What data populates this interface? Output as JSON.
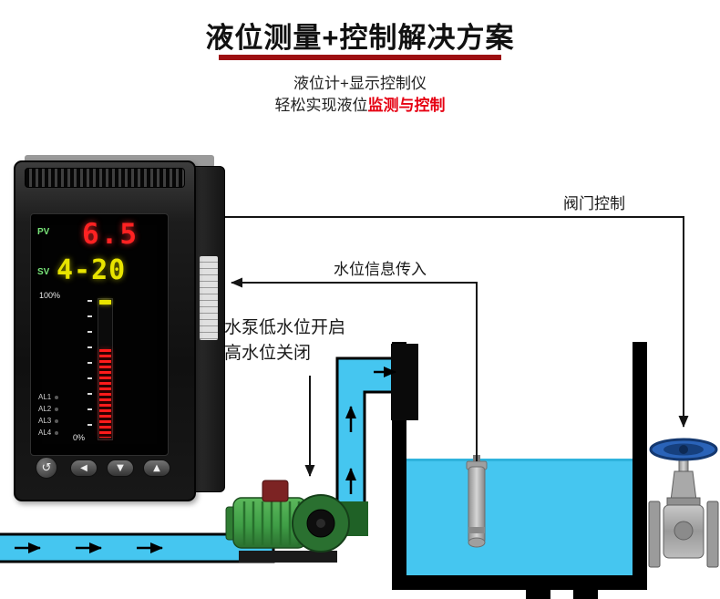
{
  "header": {
    "title": "液位测量+控制解决方案",
    "subtitle_line1": "液位计+显示控制仪",
    "subtitle_line2_prefix": "轻松实现液位",
    "subtitle_line2_highlight": "监测与控制"
  },
  "instrument": {
    "pv_label": "PV",
    "pv_value": "6.5",
    "sv_label": "SV",
    "sv_value": "4-20",
    "bargraph_top_label": "100%",
    "bargraph_bottom_label": "0%",
    "alarm_labels": [
      "AL1",
      "AL2",
      "AL3",
      "AL4"
    ],
    "button_glyphs": [
      "↺",
      "◀",
      "▼",
      "▲"
    ]
  },
  "annotations": {
    "valve_control": "阀门控制",
    "level_signal": "水位信息传入",
    "pump_control_line1": "水泵低水位开启",
    "pump_control_line2": "高水位关闭"
  },
  "colors": {
    "accent-red": "#9d0f12",
    "highlight-red": "#e60012",
    "water-cyan": "#45c6f0",
    "pv-red": "#ff2222",
    "sv-yellow": "#e8e400",
    "pump-green": "#3f9e46",
    "valve-blue": "#2a63b8"
  }
}
